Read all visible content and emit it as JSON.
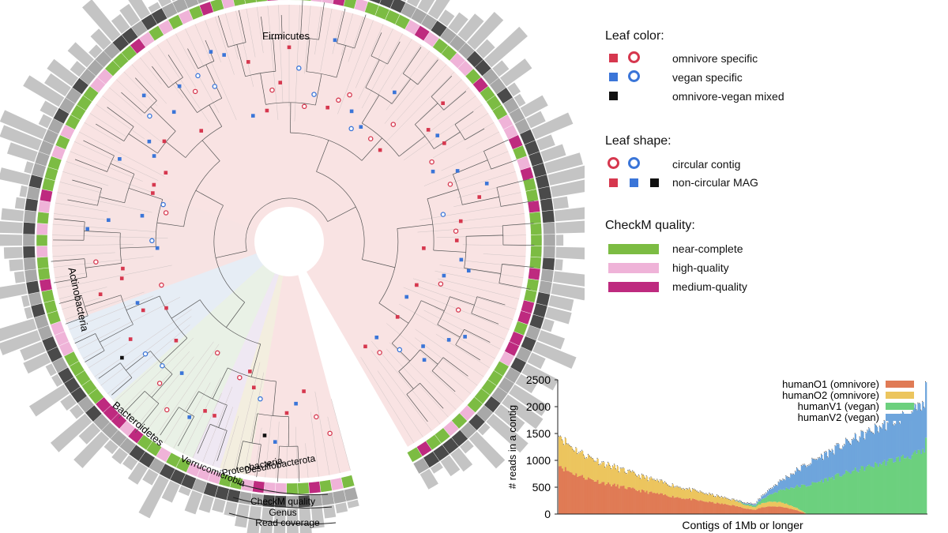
{
  "tree": {
    "clades": {
      "firmicutes": "Firmicutes",
      "actinobacteria": "Actinobacteria",
      "bacteroidetes": "Bacteroidetes",
      "verrucomicrobia": "Verrucomicrobia",
      "proteobacteria": "Proteobacteria",
      "desulfobacterota": "Desulfobacterota"
    },
    "rings": {
      "checkm": "CheckM quality",
      "genus": "Genus",
      "coverage": "Read coverage"
    }
  },
  "legend": {
    "leaf_color": {
      "title": "Leaf color:",
      "items": [
        {
          "label": "omnivore specific",
          "color": "#d6374e"
        },
        {
          "label": "vegan specific",
          "color": "#3a75d8"
        },
        {
          "label": "omnivore-vegan mixed",
          "color": "#111111"
        }
      ]
    },
    "leaf_shape": {
      "title": "Leaf shape:",
      "items": [
        {
          "label": "circular contig"
        },
        {
          "label": "non-circular MAG"
        }
      ]
    },
    "checkm": {
      "title": "CheckM quality:",
      "items": [
        {
          "label": "near-complete",
          "color": "#7cbc43"
        },
        {
          "label": "high-quality",
          "color": "#efb3d8"
        },
        {
          "label": "medium-quality",
          "color": "#be2a7f"
        }
      ]
    }
  },
  "chart_data": {
    "type": "bar",
    "stacked": true,
    "xlabel": "Contigs of 1Mb or longer",
    "ylabel": "# reads in a contig",
    "ylim": [
      0,
      2500
    ],
    "yticks": [
      0,
      500,
      1000,
      1500,
      2000,
      2500
    ],
    "legend_position": "top-right",
    "series": [
      {
        "name": "humanO1 (omnivore)",
        "color": "#e07b55"
      },
      {
        "name": "humanO2 (omnivore)",
        "color": "#ecc55e"
      },
      {
        "name": "humanV1 (vegan)",
        "color": "#6cd07e"
      },
      {
        "name": "humanV2 (vegan)",
        "color": "#6ea5dc"
      }
    ],
    "profile": {
      "bars": 240,
      "omnivore_to_vegan_crossover_bar": 128,
      "total_reads_start": 1550,
      "total_reads_mid": 700,
      "total_reads_crossover": 170,
      "total_reads_end": 2000,
      "total_reads_last": 2400
    }
  }
}
